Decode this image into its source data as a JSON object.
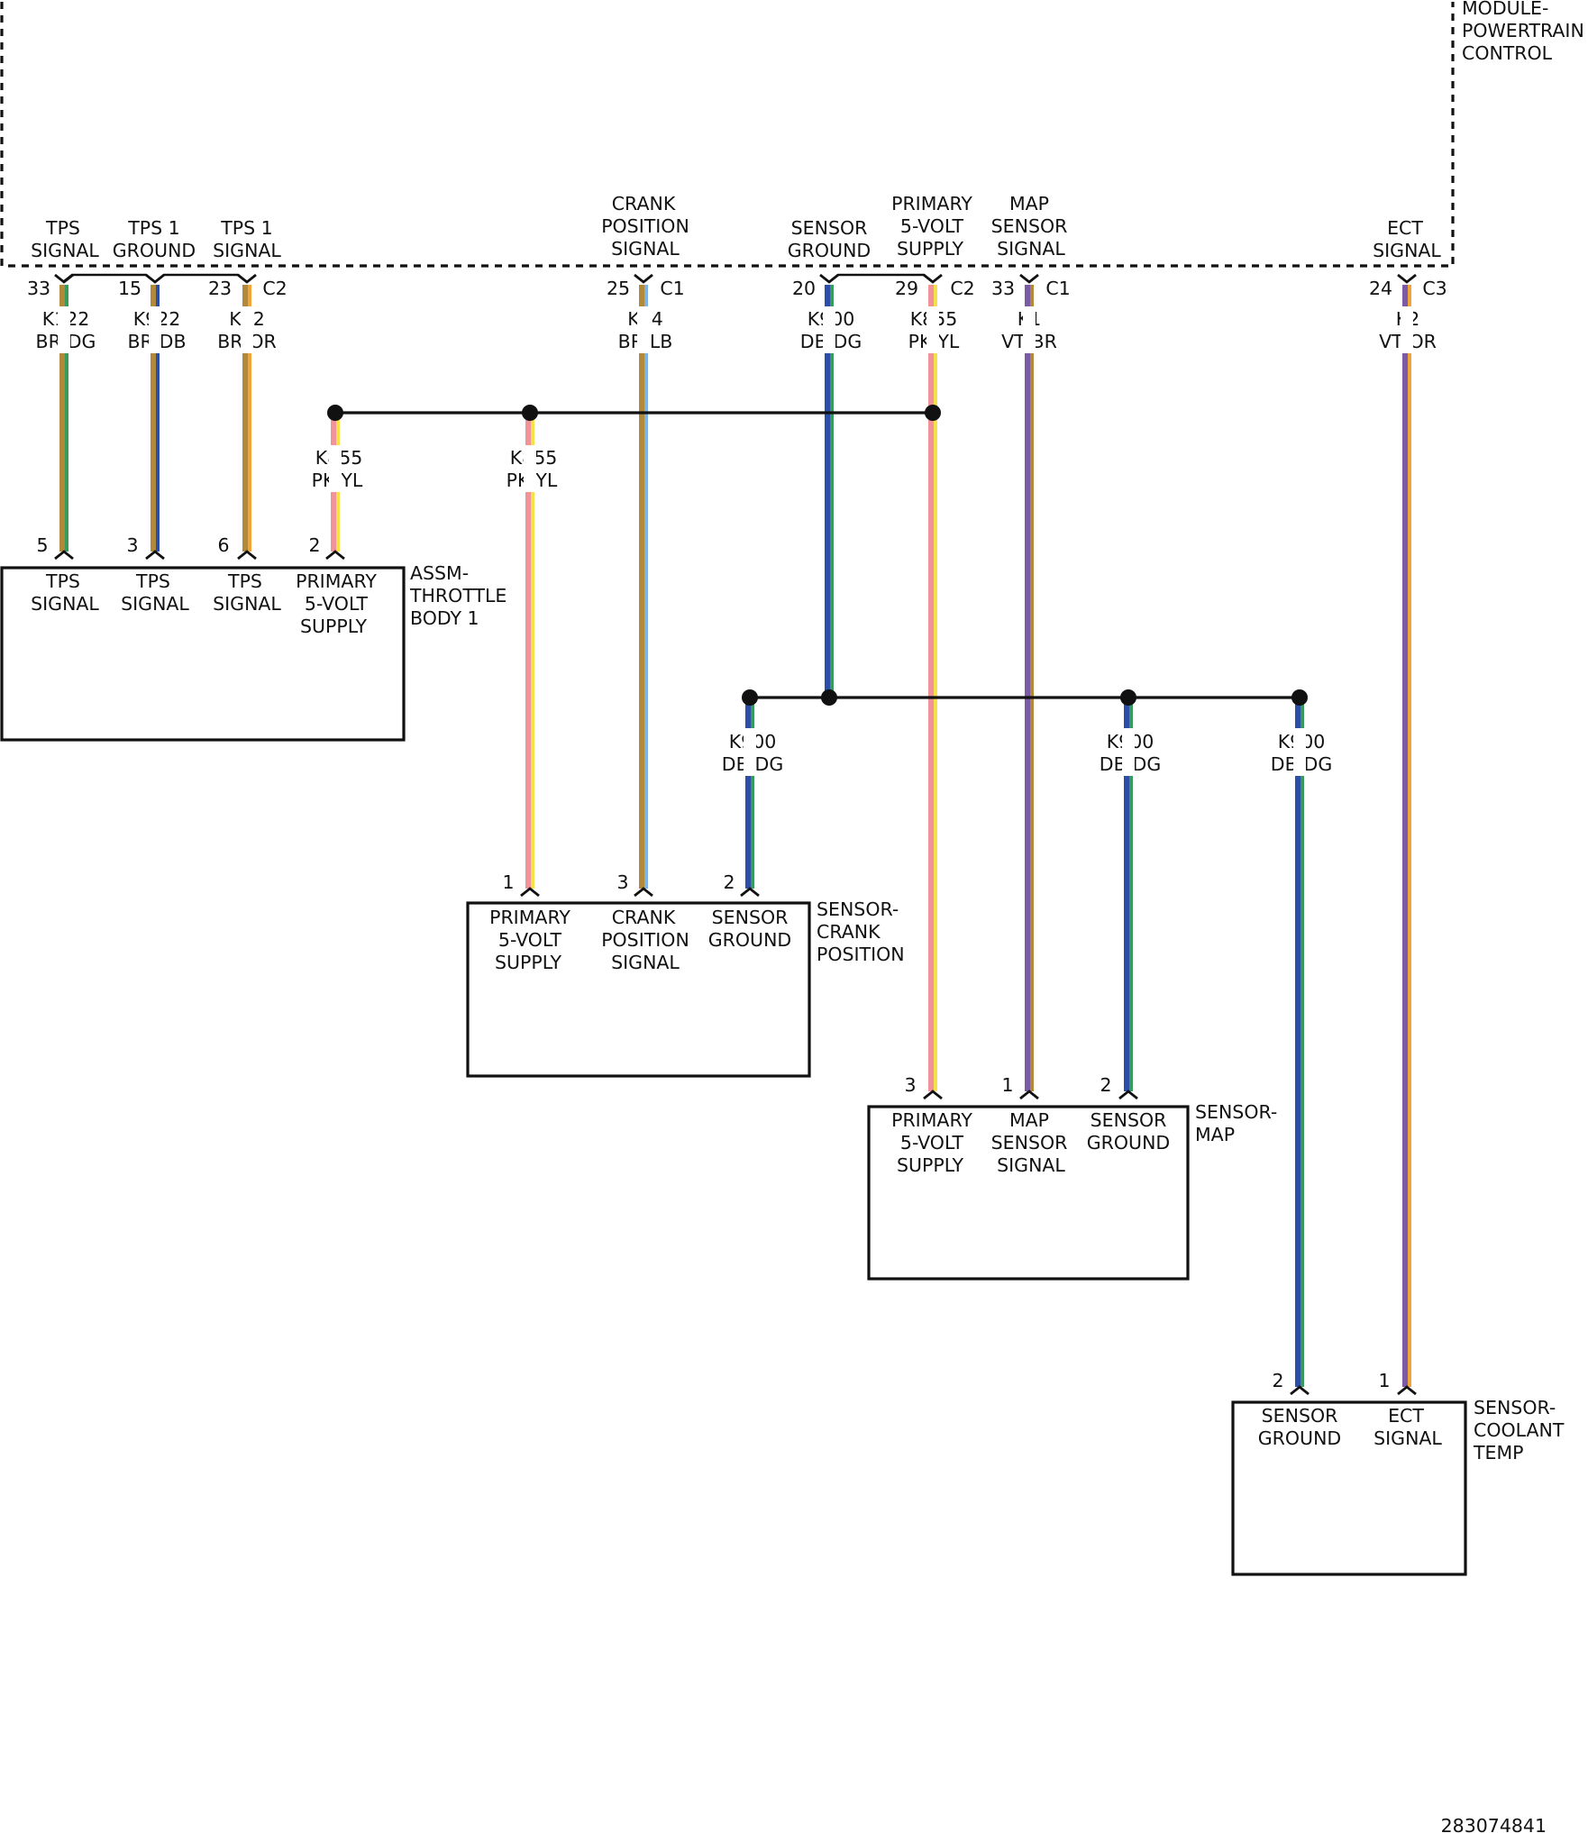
{
  "colors": {
    "line": "#111111",
    "background": "#ffffff",
    "BR": "#b08a3a",
    "DG": "#3a9a5c",
    "DB": "#2b4fa8",
    "OR": "#f2a33a",
    "LB": "#7fb3e6",
    "PK": "#f2939a",
    "YL": "#f5e14a",
    "VT": "#7b5aa6"
  },
  "modules": {
    "pcm": [
      "MODULE-",
      "POWERTRAIN",
      "CONTROL"
    ],
    "throttle": [
      "ASSM-",
      "THROTTLE",
      "BODY 1"
    ],
    "crank": [
      "SENSOR-",
      "CRANK",
      "POSITION"
    ],
    "map": [
      "SENSOR-",
      "MAP"
    ],
    "coolant": [
      "SENSOR-",
      "COOLANT",
      "TEMP"
    ]
  },
  "pcm_labels": {
    "tps_signal": [
      "TPS",
      "SIGNAL"
    ],
    "tps1_ground": [
      "TPS 1",
      "GROUND"
    ],
    "tps1_signal": [
      "TPS 1",
      "SIGNAL"
    ],
    "crank_signal": [
      "CRANK",
      "POSITION",
      "SIGNAL"
    ],
    "sensor_ground": [
      "SENSOR",
      "GROUND"
    ],
    "primary_5v": [
      "PRIMARY",
      "5-VOLT",
      "SUPPLY"
    ],
    "map_signal": [
      "MAP",
      "SENSOR",
      "SIGNAL"
    ],
    "ect_signal": [
      "ECT",
      "SIGNAL"
    ]
  },
  "pcm_pins": {
    "tps": "33",
    "tps1_ground": "15",
    "tps1_signal": "23",
    "crank": "25",
    "sensor_ground": "20",
    "primary_5v": "29",
    "map": "33",
    "ect": "24"
  },
  "connectors": {
    "c2_left": "C2",
    "c1_crank": "C1",
    "c2_mid": "C2",
    "c1_map": "C1",
    "c3": "C3"
  },
  "wires": {
    "k122": {
      "circuit": "K122",
      "color": "BR/DG"
    },
    "k922": {
      "circuit": "K922",
      "color": "BR/DB"
    },
    "k22": {
      "circuit": "K22",
      "color": "BR/OR"
    },
    "k24": {
      "circuit": "K24",
      "color": "BR/LB"
    },
    "k900": {
      "circuit": "K900",
      "color": "DB/DG"
    },
    "k855": {
      "circuit": "K855",
      "color": "PK/YL"
    },
    "k1": {
      "circuit": "K1",
      "color": "VT/BR"
    },
    "k2": {
      "circuit": "K2",
      "color": "VT/OR"
    },
    "k855_branch_throttle": {
      "circuit": "K855",
      "color": "PK/YL"
    },
    "k855_branch_crank": {
      "circuit": "K855",
      "color": "PK/YL"
    },
    "k900_branch_crank": {
      "circuit": "K900",
      "color": "DB/DG"
    },
    "k900_branch_map": {
      "circuit": "K900",
      "color": "DB/DG"
    },
    "k900_branch_coolant": {
      "circuit": "K900",
      "color": "DB/DG"
    }
  },
  "throttle_pins": {
    "p5": {
      "pin": "5",
      "label": [
        "TPS",
        "SIGNAL"
      ]
    },
    "p3": {
      "pin": "3",
      "label": [
        "TPS",
        "SIGNAL"
      ]
    },
    "p6": {
      "pin": "6",
      "label": [
        "TPS",
        "SIGNAL"
      ]
    },
    "p2": {
      "pin": "2",
      "label": [
        "PRIMARY",
        "5-VOLT",
        "SUPPLY"
      ]
    }
  },
  "crank_pins": {
    "p1": {
      "pin": "1",
      "label": [
        "PRIMARY",
        "5-VOLT",
        "SUPPLY"
      ]
    },
    "p3": {
      "pin": "3",
      "label": [
        "CRANK",
        "POSITION",
        "SIGNAL"
      ]
    },
    "p2": {
      "pin": "2",
      "label": [
        "SENSOR",
        "GROUND"
      ]
    }
  },
  "map_pins": {
    "p3": {
      "pin": "3",
      "label": [
        "PRIMARY",
        "5-VOLT",
        "SUPPLY"
      ]
    },
    "p1": {
      "pin": "1",
      "label": [
        "MAP",
        "SENSOR",
        "SIGNAL"
      ]
    },
    "p2": {
      "pin": "2",
      "label": [
        "SENSOR",
        "GROUND"
      ]
    }
  },
  "coolant_pins": {
    "p2": {
      "pin": "2",
      "label": [
        "SENSOR",
        "GROUND"
      ]
    },
    "p1": {
      "pin": "1",
      "label": [
        "ECT",
        "SIGNAL"
      ]
    }
  },
  "footer_id": "283074841"
}
